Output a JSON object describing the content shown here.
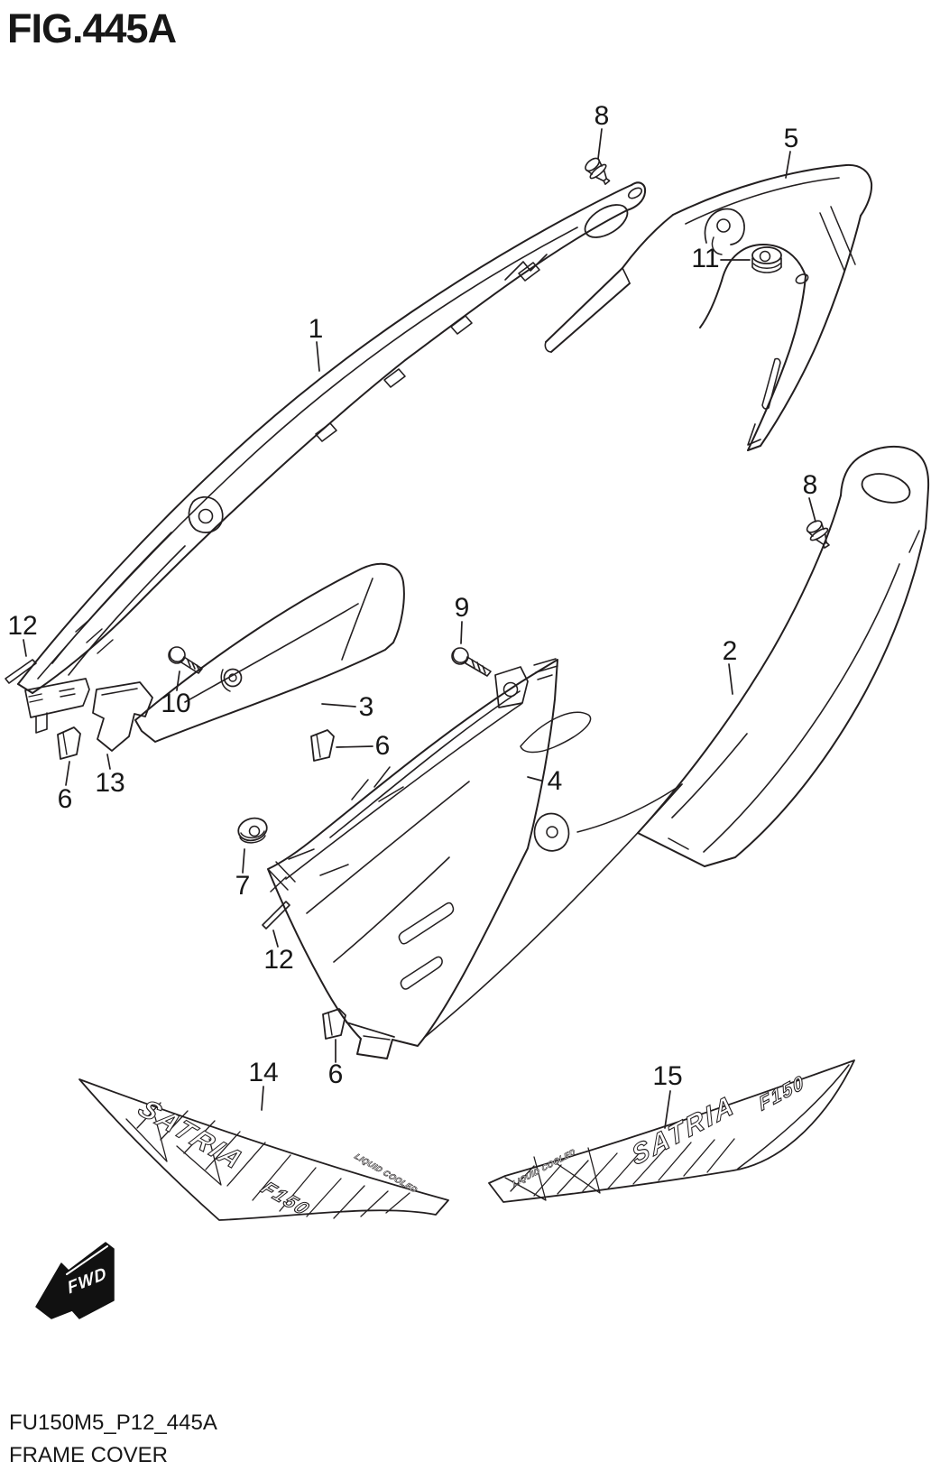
{
  "figure": {
    "title": "FIG.445A"
  },
  "footer": {
    "part_code": "FU150M5_P12_445A",
    "figure_name": "FRAME COVER"
  },
  "direction_indicator": {
    "label": "FWD"
  },
  "decal_left": {
    "brand": "SATRIA",
    "model": "F150",
    "tagline": "LIQUID COOLED"
  },
  "decal_right": {
    "brand": "SATRIA",
    "model": "F150",
    "tagline": "LIQUID COOLED"
  },
  "callouts": {
    "part1": "1",
    "part2": "2",
    "part3": "3",
    "part4": "4",
    "part5": "5",
    "part6_left": "6",
    "part6_mid": "6",
    "part6_bottom": "6",
    "part7": "7",
    "part8_top": "8",
    "part8_right": "8",
    "part9": "9",
    "part10": "10",
    "part11": "11",
    "part12_left": "12",
    "part12_bottom": "12",
    "part13": "13",
    "part14": "14",
    "part15": "15"
  },
  "colors": {
    "line": "#231f20",
    "text": "#171717",
    "background": "#ffffff"
  }
}
